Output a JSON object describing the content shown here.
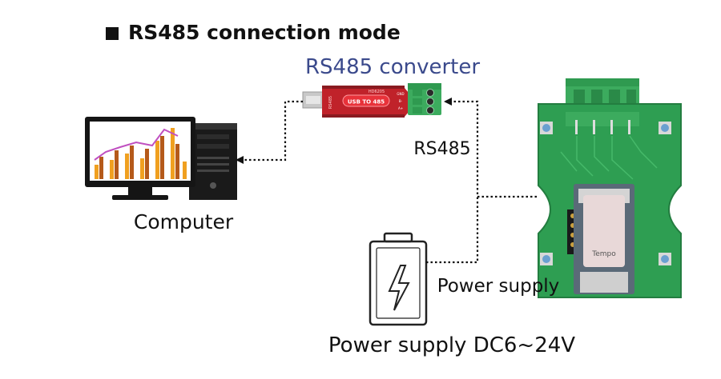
{
  "title": "RS485 connection mode",
  "labels": {
    "converter": "RS485 converter",
    "rs485": "RS485",
    "computer": "Computer",
    "power_supply": "Power supply",
    "power_supply_voltage": "Power supply DC6~24V"
  },
  "device_text": {
    "converter_model": "HD6205",
    "converter_main": "USB TO 485",
    "converter_brand": "RS485",
    "converter_pin_gnd": "GND",
    "converter_pin_b": "B-",
    "converter_pin_a": "A+",
    "sensor_module": "Tempo"
  },
  "colors": {
    "converter_label": "#3b4a8c",
    "pcb_green": "#2e9e52",
    "terminal_green": "#3cab5e",
    "converter_body": "#c0222a",
    "chart_orange": "#f0a020",
    "chart_brown": "#b55a1a",
    "chart_line": "#c050c0"
  }
}
